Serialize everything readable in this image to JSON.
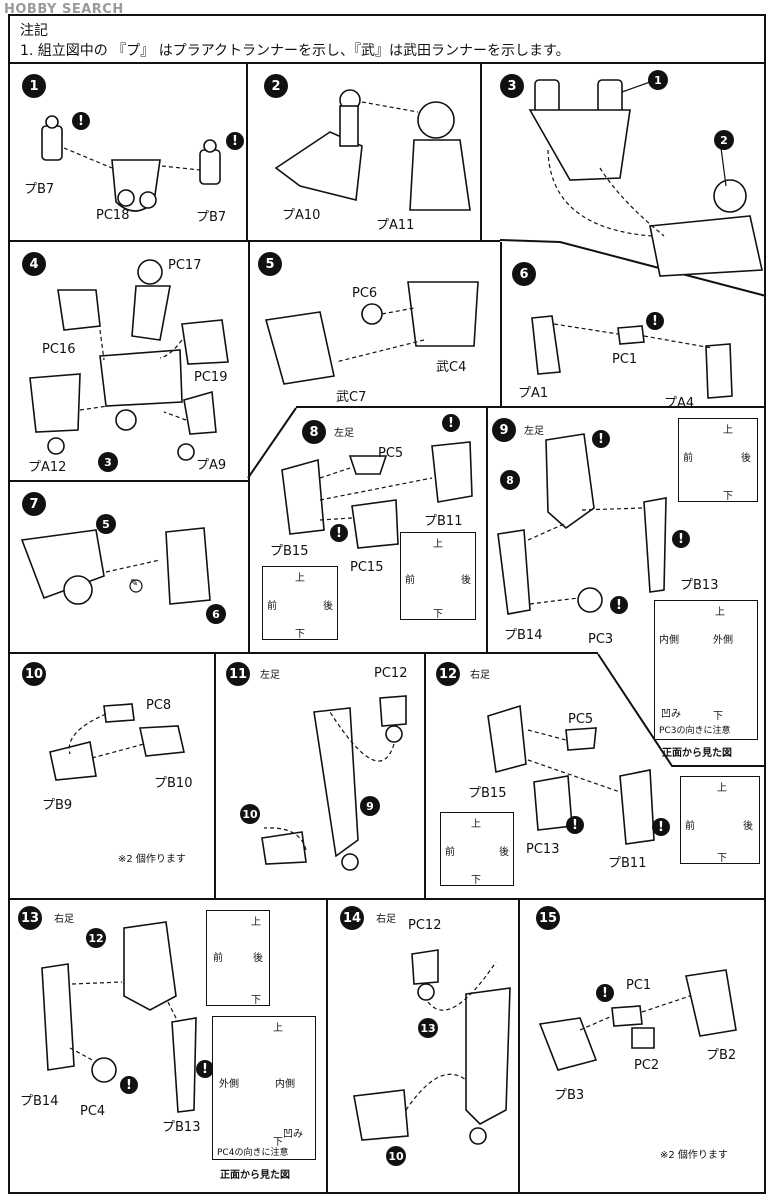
{
  "watermark": "HOBBY SEARCH",
  "notes": {
    "heading": "注記",
    "text": "1. 組立図中の 『プ』 はプラアクトランナーを示し、『武』は武田ランナーを示します。"
  },
  "steps": {
    "s1": {
      "num": "1",
      "parts": [
        "プB7",
        "PC18",
        "プB7"
      ]
    },
    "s2": {
      "num": "2",
      "parts": [
        "プA10",
        "プA11"
      ]
    },
    "s3": {
      "num": "3",
      "refs": [
        "1",
        "2"
      ]
    },
    "s4": {
      "num": "4",
      "parts": [
        "PC17",
        "PC16",
        "PC19",
        "プA12",
        "プA9"
      ],
      "ref": "3"
    },
    "s5": {
      "num": "5",
      "parts": [
        "PC6",
        "武C4",
        "武C7"
      ]
    },
    "s6": {
      "num": "6",
      "parts": [
        "プA1",
        "PC1",
        "プA4"
      ]
    },
    "s7": {
      "num": "7",
      "refs": [
        "5",
        "6"
      ]
    },
    "s8": {
      "num": "8",
      "side": "左足",
      "parts": [
        "PC5",
        "プB11",
        "プB15",
        "PC15"
      ],
      "dir": {
        "up": "上",
        "down": "下",
        "front": "前",
        "back": "後"
      }
    },
    "s9": {
      "num": "9",
      "side": "左足",
      "parts": [
        "プB13",
        "プB14",
        "PC3"
      ],
      "ref": "8",
      "dir": {
        "up": "上",
        "down": "下",
        "front": "前",
        "back": "後"
      },
      "inset": {
        "inner": "内側",
        "outer": "外側",
        "up": "上",
        "down": "下",
        "notch": "凹み",
        "note": "PC3の向きに注意",
        "caption": "正面から見た図"
      }
    },
    "s10": {
      "num": "10",
      "parts": [
        "PC8",
        "プB10",
        "プB9"
      ],
      "note": "※2 個作ります"
    },
    "s11": {
      "num": "11",
      "side": "左足",
      "parts": [
        "PC12"
      ],
      "refs": [
        "9",
        "10"
      ]
    },
    "s12": {
      "num": "12",
      "side": "右足",
      "parts": [
        "PC5",
        "プB15",
        "PC13",
        "プB11"
      ],
      "dir": {
        "up": "上",
        "down": "下",
        "front": "前",
        "back": "後"
      }
    },
    "s13": {
      "num": "13",
      "side": "右足",
      "parts": [
        "プB14",
        "PC4",
        "プB13"
      ],
      "ref": "12",
      "dir": {
        "up": "上",
        "down": "下",
        "front": "前",
        "back": "後"
      },
      "inset": {
        "outer": "外側",
        "inner": "内側",
        "up": "上",
        "down": "下",
        "notch": "凹み",
        "note": "PC4の向きに注意",
        "caption": "正面から見た図"
      }
    },
    "s14": {
      "num": "14",
      "side": "右足",
      "parts": [
        "PC12"
      ],
      "refs": [
        "13",
        "10"
      ]
    },
    "s15": {
      "num": "15",
      "parts": [
        "PC1",
        "プB2",
        "プB3",
        "PC2"
      ],
      "note": "※2 個作ります"
    }
  },
  "icons": [
    "exclamation-icon",
    "step-number-badge",
    "no-glue-icon"
  ]
}
